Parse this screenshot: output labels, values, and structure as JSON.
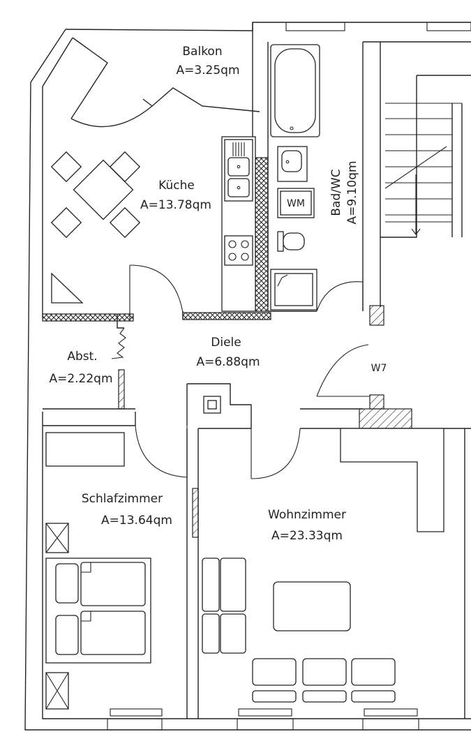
{
  "rooms": {
    "balkon": {
      "name": "Balkon",
      "area": "A=3.25qm"
    },
    "kueche": {
      "name": "Küche",
      "area": "A=13.78qm"
    },
    "bad": {
      "name": "Bad/WC",
      "area": "A=9.10qm"
    },
    "diele": {
      "name": "Diele",
      "area": "A=6.88qm"
    },
    "abst": {
      "name": "Abst.",
      "area": "A=2.22qm"
    },
    "schlaf": {
      "name": "Schlafzimmer",
      "area": "A=13.64qm"
    },
    "wohn": {
      "name": "Wohnzimmer",
      "area": "A=23.33qm"
    }
  },
  "fixtures": {
    "washer_label": "WM",
    "door_label": "W7"
  }
}
